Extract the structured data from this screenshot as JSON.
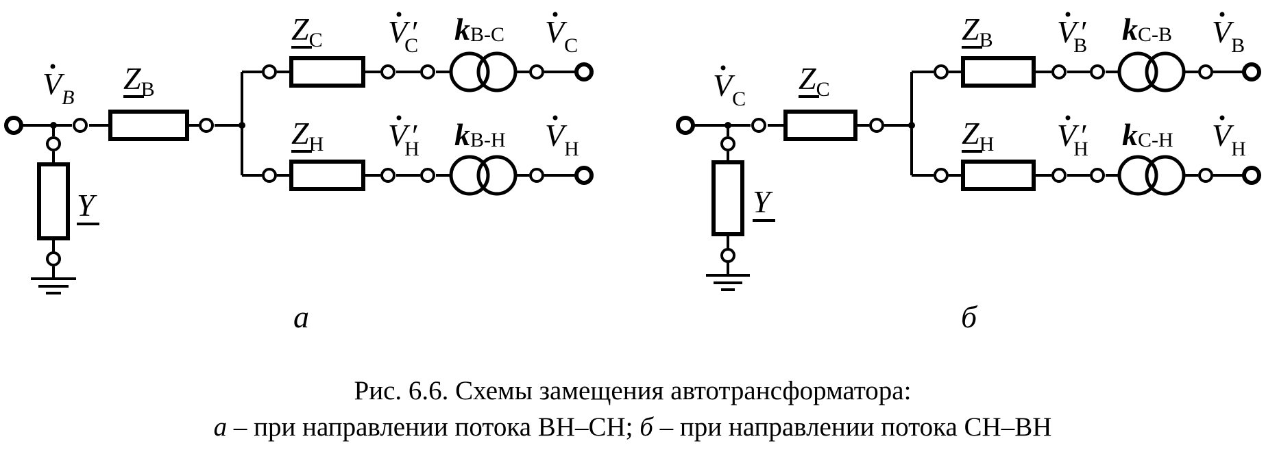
{
  "diagram_a": {
    "label": "а",
    "source_voltage": {
      "sym": "V",
      "sub": "В"
    },
    "shunt": {
      "sym": "Y"
    },
    "series": {
      "sym": "Z",
      "sub": "В"
    },
    "upper": {
      "imp_sym": "Z",
      "imp_sub": "С",
      "mid_sym": "V",
      "mid_sub": "С",
      "prime": "′",
      "k_sym": "k",
      "k_sub": "В-С",
      "out_sym": "V",
      "out_sub": "С"
    },
    "lower": {
      "imp_sym": "Z",
      "imp_sub": "Н",
      "mid_sym": "V",
      "mid_sub": "Н",
      "prime": "′",
      "k_sym": "k",
      "k_sub": "В-Н",
      "out_sym": "V",
      "out_sub": "Н"
    }
  },
  "diagram_b": {
    "label": "б",
    "source_voltage": {
      "sym": "V",
      "sub": "С"
    },
    "shunt": {
      "sym": "Y"
    },
    "series": {
      "sym": "Z",
      "sub": "С"
    },
    "upper": {
      "imp_sym": "Z",
      "imp_sub": "В",
      "mid_sym": "V",
      "mid_sub": "В",
      "prime": "′",
      "k_sym": "k",
      "k_sub": "С-В",
      "out_sym": "V",
      "out_sub": "В"
    },
    "lower": {
      "imp_sym": "Z",
      "imp_sub": "Н",
      "mid_sym": "V",
      "mid_sub": "Н",
      "prime": "′",
      "k_sym": "k",
      "k_sub": "С-Н",
      "out_sym": "V",
      "out_sub": "Н"
    }
  },
  "caption": {
    "line1": "Рис. 6.6. Схемы замещения автотрансформатора:",
    "line2_a": "а",
    "line2_a_text": " – при направлении потока ВН–СН; ",
    "line2_b": "б",
    "line2_b_text": " – при направлении потока СН–ВН"
  }
}
